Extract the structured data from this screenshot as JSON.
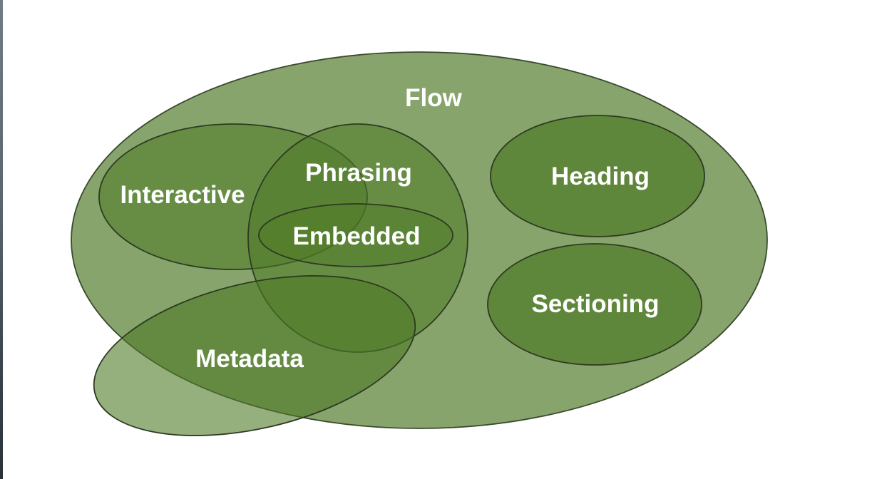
{
  "diagram": {
    "colors": {
      "outer_fill": "#86a46c",
      "inner_fill": "#4f7a26",
      "stroke": "#2e3a22",
      "label": "#ffffff"
    },
    "categories": {
      "flow": "Flow",
      "phrasing": "Phrasing",
      "interactive": "Interactive",
      "embedded": "Embedded",
      "heading": "Heading",
      "sectioning": "Sectioning",
      "metadata": "Metadata"
    }
  }
}
